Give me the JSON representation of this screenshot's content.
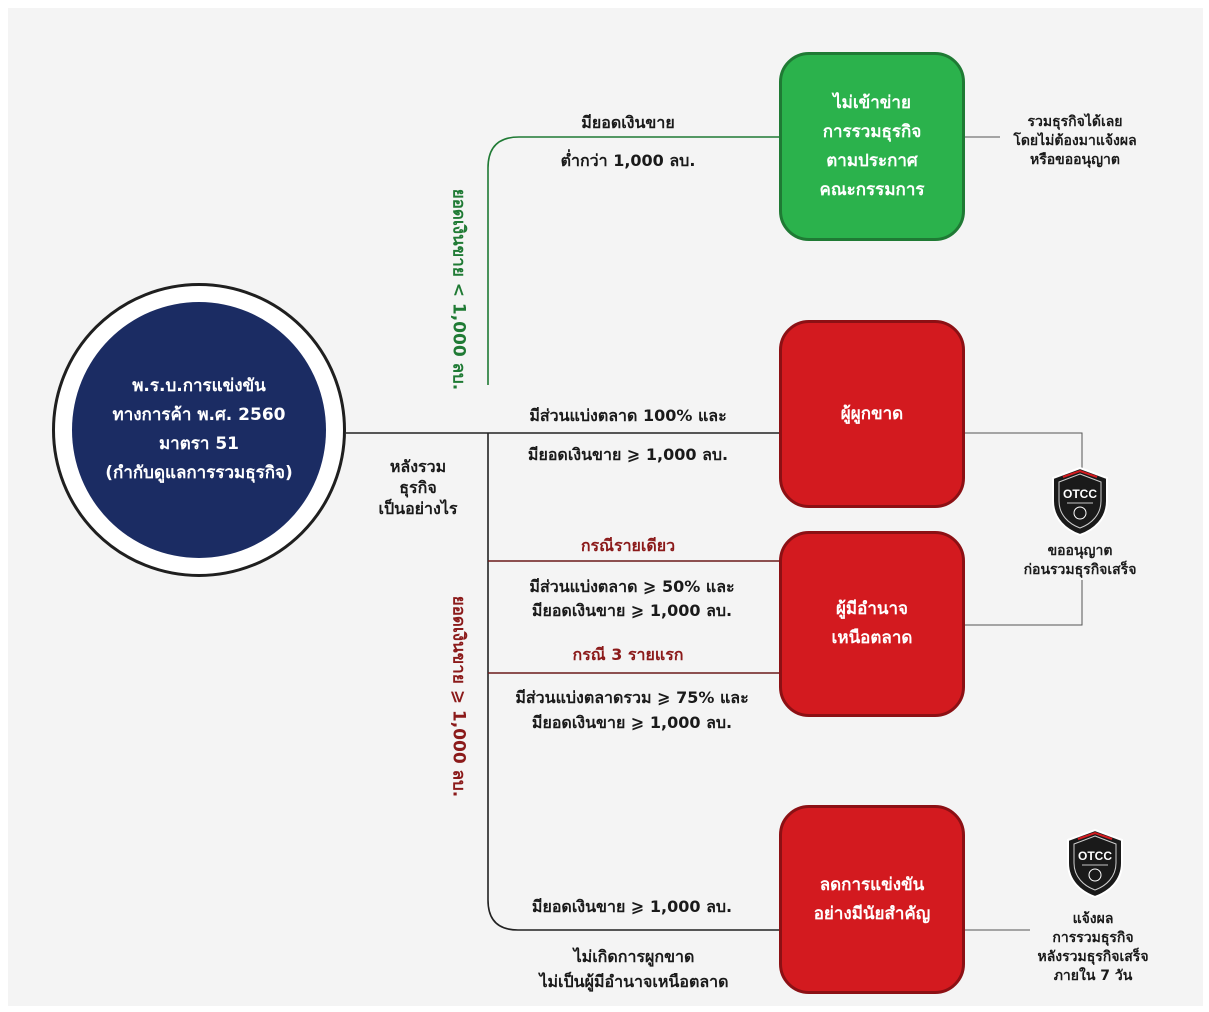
{
  "circle": {
    "lines": [
      "พ.ร.บ.การแข่งขัน",
      "ทางการค้า พ.ศ. 2560",
      "มาตรา 51",
      "(กำกับดูแลการรวมธุรกิจ)"
    ]
  },
  "question": [
    "หลังรวม",
    "ธุรกิจ",
    "เป็นอย่างไร"
  ],
  "branch_labels": {
    "upper": "ยอดเงินขาย < 1,000 ลบ.",
    "lower": "ยอดเงินขาย ⩾ 1,000 ลบ."
  },
  "edges": {
    "green_1": "มียอดเงินขาย",
    "green_2": "ต่ำกว่า 1,000 ลบ.",
    "monopoly_1": "มีส่วนแบ่งตลาด 100% และ",
    "monopoly_2": "มียอดเงินขาย ⩾ 1,000 ลบ.",
    "single_case": "กรณีรายเดียว",
    "single_1": "มีส่วนแบ่งตลาด ⩾ 50% และ",
    "single_2": "มียอดเงินขาย ⩾ 1,000 ลบ.",
    "top3_case": "กรณี 3 รายแรก",
    "top3_1": "มีส่วนแบ่งตลาดรวม ⩾ 75% และ",
    "top3_2": "มียอดเงินขาย ⩾ 1,000 ลบ.",
    "reduce_1": "มียอดเงินขาย ⩾ 1,000 ลบ.",
    "reduce_2": "ไม่เกิดการผูกขาด",
    "reduce_3": "ไม่เป็นผู้มีอำนาจเหนือตลาด"
  },
  "boxes": {
    "green": [
      "ไม่เข้าข่าย",
      "การรวมธุรกิจ",
      "ตามประกาศ",
      "คณะกรรมการ"
    ],
    "monopoly": [
      "ผู้ผูกขาด"
    ],
    "dominant": [
      "ผู้มีอำนาจ",
      "เหนือตลาด"
    ],
    "reduce": [
      "ลดการแข่งขัน",
      "อย่างมีนัยสำคัญ"
    ]
  },
  "notes": {
    "green": [
      "รวมธุรกิจได้เลย",
      "โดยไม่ต้องมาแจ้งผล",
      "หรือขออนุญาต"
    ],
    "permit": [
      "ขออนุญาต",
      "ก่อนรวมธุรกิจเสร็จ"
    ],
    "notify": [
      "แจ้งผล",
      "การรวมธุรกิจ",
      "หลังรวมธุรกิจเสร็จ",
      "ภายใน 7 วัน"
    ]
  },
  "badge_text": "OTCC",
  "colors": {
    "navy": "#1b2c63",
    "green": "#2bb24c",
    "red": "#d31a1f",
    "maroon": "#8b1a1a"
  }
}
